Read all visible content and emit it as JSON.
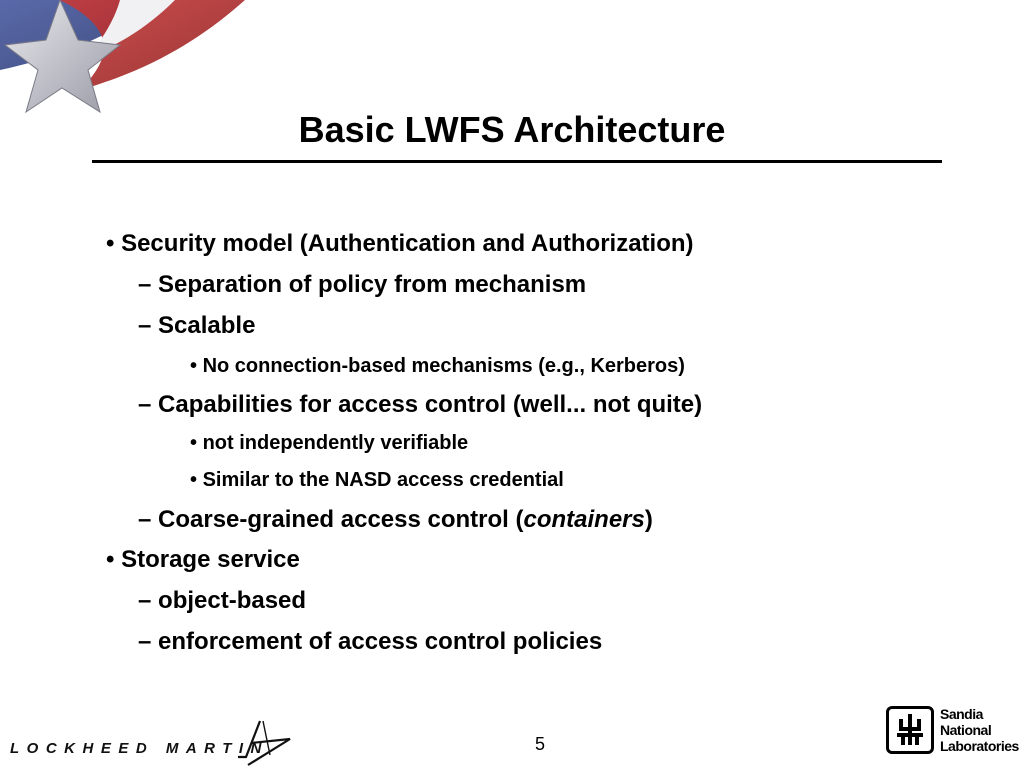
{
  "slide": {
    "title": "Basic LWFS Architecture",
    "page_number": "5",
    "footer_left_logo": "LOCKHEED MARTIN",
    "footer_right_logo": [
      "Sandia",
      "National",
      "Laboratories"
    ],
    "items": [
      {
        "level": 1,
        "marker": "•",
        "text": "Security model (Authentication and Authorization)"
      },
      {
        "level": 2,
        "marker": "–",
        "text": "Separation of policy from mechanism"
      },
      {
        "level": 2,
        "marker": "–",
        "text": "Scalable"
      },
      {
        "level": 3,
        "marker": "•",
        "text": "No connection-based mechanisms (e.g., Kerberos)"
      },
      {
        "level": 2,
        "marker": "–",
        "text": "Capabilities for access control (well... not quite)"
      },
      {
        "level": 3,
        "marker": "•",
        "text": "not independently verifiable"
      },
      {
        "level": 3,
        "marker": "•",
        "text": "Similar to the NASD access credential"
      },
      {
        "level": 2,
        "marker": "–",
        "text_before": "Coarse-grained access control (",
        "text_italic": "containers",
        "text_after": ")"
      },
      {
        "level": 1,
        "marker": "•",
        "text": "Storage service"
      },
      {
        "level": 2,
        "marker": "–",
        "text": "object-based"
      },
      {
        "level": 2,
        "marker": "–",
        "text": "enforcement of access control policies"
      }
    ]
  }
}
